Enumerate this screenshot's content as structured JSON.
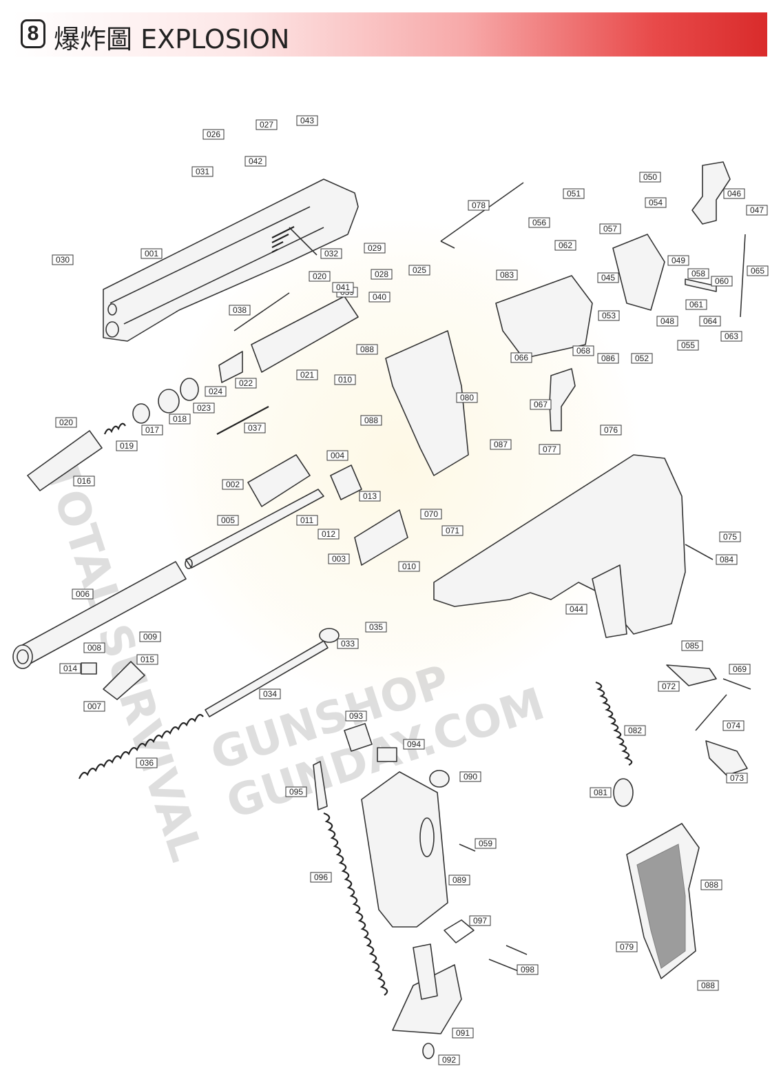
{
  "header": {
    "number": "8",
    "title": "爆炸圖 EXPLOSION",
    "colors": {
      "gradient_end": "#d92b2b",
      "gradient_start": "#ffffff"
    }
  },
  "watermark": {
    "left_text": "TOTAL SURVIVAL",
    "bottom_text": "GUNSHOP GUNDAY.COM"
  },
  "part_labels": {
    "p001": "001",
    "p002": "002",
    "p003": "003",
    "p004": "004",
    "p005": "005",
    "p006": "006",
    "p007": "007",
    "p008": "008",
    "p009": "009",
    "p010a": "010",
    "p010b": "010",
    "p011": "011",
    "p012": "012",
    "p013": "013",
    "p014": "014",
    "p015": "015",
    "p016": "016",
    "p017": "017",
    "p018": "018",
    "p019": "019",
    "p020a": "020",
    "p020b": "020",
    "p021": "021",
    "p022": "022",
    "p023": "023",
    "p024": "024",
    "p025": "025",
    "p026": "026",
    "p027": "027",
    "p028": "028",
    "p029": "029",
    "p030": "030",
    "p031": "031",
    "p032": "032",
    "p033": "033",
    "p034": "034",
    "p035": "035",
    "p036": "036",
    "p037": "037",
    "p038": "038",
    "p039": "039",
    "p040": "040",
    "p041": "041",
    "p042": "042",
    "p043": "043",
    "p044": "044",
    "p045": "045",
    "p046": "046",
    "p047": "047",
    "p048": "048",
    "p049": "049",
    "p050": "050",
    "p051": "051",
    "p052": "052",
    "p053": "053",
    "p054": "054",
    "p055": "055",
    "p056": "056",
    "p057": "057",
    "p058": "058",
    "p059": "059",
    "p060": "060",
    "p061": "061",
    "p062": "062",
    "p063": "063",
    "p064": "064",
    "p065": "065",
    "p066": "066",
    "p067": "067",
    "p068": "068",
    "p069": "069",
    "p070": "070",
    "p071": "071",
    "p072": "072",
    "p073": "073",
    "p074": "074",
    "p075": "075",
    "p076": "076",
    "p077": "077",
    "p078": "078",
    "p079": "079",
    "p080": "080",
    "p081": "081",
    "p082": "082",
    "p083": "083",
    "p084": "084",
    "p085": "085",
    "p086": "086",
    "p087": "087",
    "p088a": "088",
    "p088b": "088",
    "p088c": "088",
    "p088d": "088",
    "p089": "089",
    "p090": "090",
    "p091": "091",
    "p092": "092",
    "p093": "093",
    "p094": "094",
    "p095": "095",
    "p096": "096",
    "p097": "097",
    "p098": "098"
  }
}
